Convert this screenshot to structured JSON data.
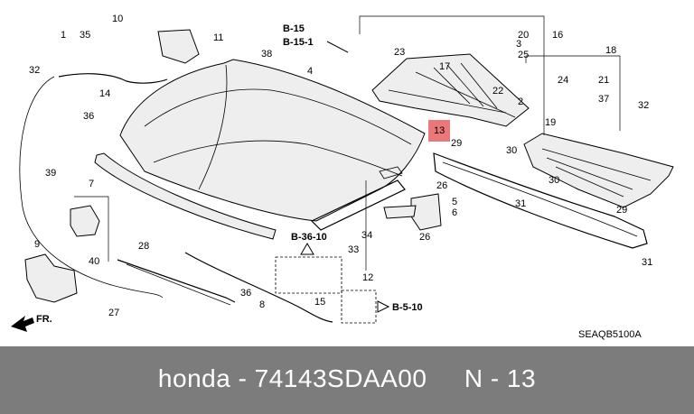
{
  "callouts": [
    "1",
    "35",
    "10",
    "11",
    "38",
    "4",
    "14",
    "36",
    "39",
    "7",
    "40",
    "9",
    "27",
    "28",
    "36",
    "8",
    "15",
    "33",
    "34",
    "26",
    "5",
    "6",
    "26",
    "12",
    "23",
    "20",
    "16",
    "3",
    "17",
    "25",
    "22",
    "2",
    "18",
    "24",
    "21",
    "37",
    "32",
    "19",
    "13",
    "29",
    "30",
    "30",
    "29",
    "31",
    "31",
    "32"
  ],
  "refs": {
    "b15": "B-15",
    "b151": "B-15-1",
    "b3610": "B-36-10",
    "b510": "B-5-10"
  },
  "fr_label": "FR.",
  "code": "SEAQB5100A",
  "highlight_label": "13",
  "highlight_color": "#e86060",
  "footer_text": "honda - 74143SDAA00     N - 13"
}
